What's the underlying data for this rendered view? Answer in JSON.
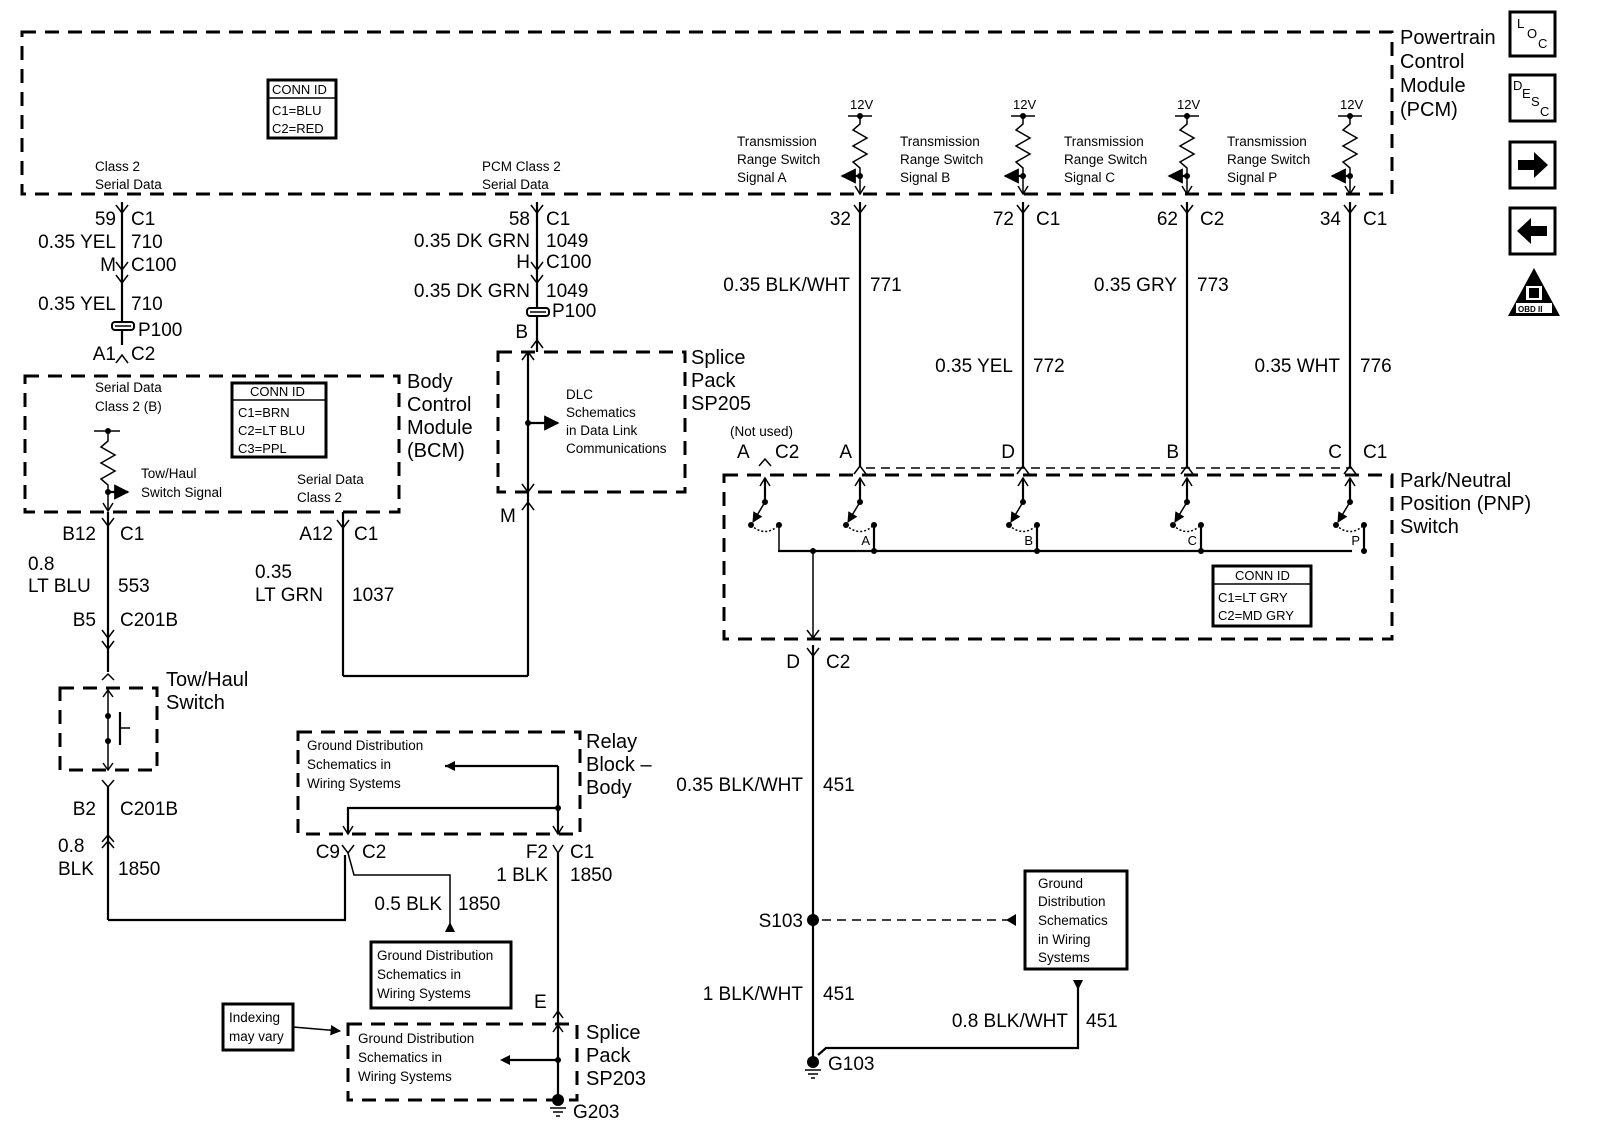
{
  "modules": {
    "pcm": {
      "name_lines": [
        "Powertrain",
        "Control",
        "Module",
        "(PCM)"
      ],
      "conn_id": {
        "title": "CONN ID",
        "lines": [
          "C1=BLU",
          "C2=RED"
        ]
      },
      "pins": [
        {
          "label_lines": [
            "Class 2",
            "Serial Data"
          ]
        },
        {
          "label_lines": [
            "PCM Class 2",
            "Serial Data"
          ]
        },
        {
          "label_lines": [
            "Transmission",
            "Range Switch",
            "Signal A"
          ],
          "supply": "12V"
        },
        {
          "label_lines": [
            "Transmission",
            "Range Switch",
            "Signal B"
          ],
          "supply": "12V"
        },
        {
          "label_lines": [
            "Transmission",
            "Range Switch",
            "Signal C"
          ],
          "supply": "12V"
        },
        {
          "label_lines": [
            "Transmission",
            "Range Switch",
            "Signal P"
          ],
          "supply": "12V"
        }
      ]
    },
    "bcm": {
      "name_lines": [
        "Body",
        "Control",
        "Module",
        "(BCM)"
      ],
      "conn_id": {
        "title": "CONN ID",
        "lines": [
          "C1=BRN",
          "C2=LT BLU",
          "C3=PPL"
        ]
      },
      "labels": {
        "serial_b": [
          "Serial Data",
          "Class 2 (B)"
        ],
        "tow_signal": [
          "Tow/Haul",
          "Switch Signal"
        ],
        "serial": [
          "Serial Data",
          "Class 2"
        ]
      }
    },
    "sp205": {
      "name_lines": [
        "Splice",
        "Pack",
        "SP205"
      ],
      "ref_lines": [
        "DLC",
        "Schematics",
        "in Data Link",
        "Communications"
      ]
    },
    "pnp": {
      "name_lines": [
        "Park/Neutral",
        "Position (PNP)",
        "Switch"
      ],
      "conn_id": {
        "title": "CONN ID",
        "lines": [
          "C1=LT GRY",
          "C2=MD GRY"
        ]
      },
      "not_used": "(Not used)",
      "switch_labels": [
        "A",
        "B",
        "C",
        "P"
      ]
    },
    "tow_haul": {
      "name_lines": [
        "Tow/Haul",
        "Switch"
      ]
    },
    "relay_block": {
      "name_lines": [
        "Relay",
        "Block –",
        "Body"
      ],
      "ref_lines": [
        "Ground Distribution",
        "Schematics in",
        "Wiring Systems"
      ]
    },
    "sp203": {
      "name_lines": [
        "Splice",
        "Pack",
        "SP203"
      ],
      "ref_lines": [
        "Ground Distribution",
        "Schematics in",
        "Wiring Systems"
      ]
    }
  },
  "references": {
    "ground_dist_mid": [
      "Ground Distribution",
      "Schematics in",
      "Wiring Systems"
    ],
    "ground_dist_right": [
      "Ground",
      "Distribution",
      "Schematics",
      "in Wiring",
      "Systems"
    ],
    "indexing": [
      "Indexing",
      "may vary"
    ]
  },
  "wires": {
    "yel_710": {
      "pin": "59",
      "conn": "C1",
      "gauge_color": "0.35 YEL",
      "circuit": "710",
      "inline_pin": "M",
      "inline_conn": "C100",
      "gauge_color2": "0.35 YEL",
      "circuit2": "710",
      "splice": "P100",
      "end_pin": "A1",
      "end_conn": "C2"
    },
    "dkgrn_1049": {
      "pin": "58",
      "conn": "C1",
      "gauge_color": "0.35 DK GRN",
      "circuit": "1049",
      "inline_pin": "H",
      "inline_conn": "C100",
      "gauge_color2": "0.35 DK GRN",
      "circuit2": "1049",
      "splice": "P100",
      "end_pin": "B",
      "exit_pin": "M"
    },
    "ltblu_553": {
      "pin": "B12",
      "conn": "C1",
      "gauge": "0.8",
      "color": "LT BLU",
      "circuit": "553",
      "inline_pin": "B5",
      "inline_conn": "C201B"
    },
    "ltgrn_1037": {
      "pin": "A12",
      "conn": "C1",
      "gauge": "0.35",
      "color": "LT GRN",
      "circuit": "1037"
    },
    "blk_1850_a": {
      "pin": "B2",
      "conn": "C201B",
      "gauge": "0.8",
      "color": "BLK",
      "circuit": "1850"
    },
    "blk_1850_b": {
      "pin": "C9",
      "conn": "C2",
      "gauge_color": "0.5 BLK",
      "circuit": "1850"
    },
    "blk_1850_c": {
      "pin": "F2",
      "conn": "C1",
      "gauge_color": "1 BLK",
      "circuit": "1850",
      "end_pin": "E",
      "ground": "G203"
    },
    "sig_a": {
      "pin": "32",
      "gauge_color": "0.35 BLK/WHT",
      "circuit": "771",
      "end_pin": "A"
    },
    "sig_b": {
      "pin": "72",
      "conn": "C1",
      "gauge_color": "0.35 YEL",
      "circuit": "772",
      "end_pin": "D"
    },
    "sig_c": {
      "pin": "62",
      "conn": "C2",
      "gauge_color": "0.35 GRY",
      "circuit": "773",
      "end_pin": "B"
    },
    "sig_p": {
      "pin": "34",
      "conn": "C1",
      "gauge_color": "0.35 WHT",
      "circuit": "776",
      "end_pin": "C",
      "end_conn": "C1"
    },
    "pnp_unused": {
      "pin": "A",
      "conn": "C2"
    },
    "ground_451": {
      "pin": "D",
      "conn": "C2",
      "gauge_color": "0.35 BLK/WHT",
      "circuit": "451",
      "splice": "S103",
      "gauge_color2": "1 BLK/WHT",
      "circuit2": "451",
      "gauge_color3": "0.8 BLK/WHT",
      "circuit3": "451",
      "ground": "G103"
    }
  },
  "nav": {
    "loc": {
      "l1": "L",
      "l2": "O",
      "l3": "C"
    },
    "desc": {
      "l1": "D",
      "l2": "E",
      "l3": "S",
      "l4": "C"
    },
    "obd": "OBD II"
  }
}
